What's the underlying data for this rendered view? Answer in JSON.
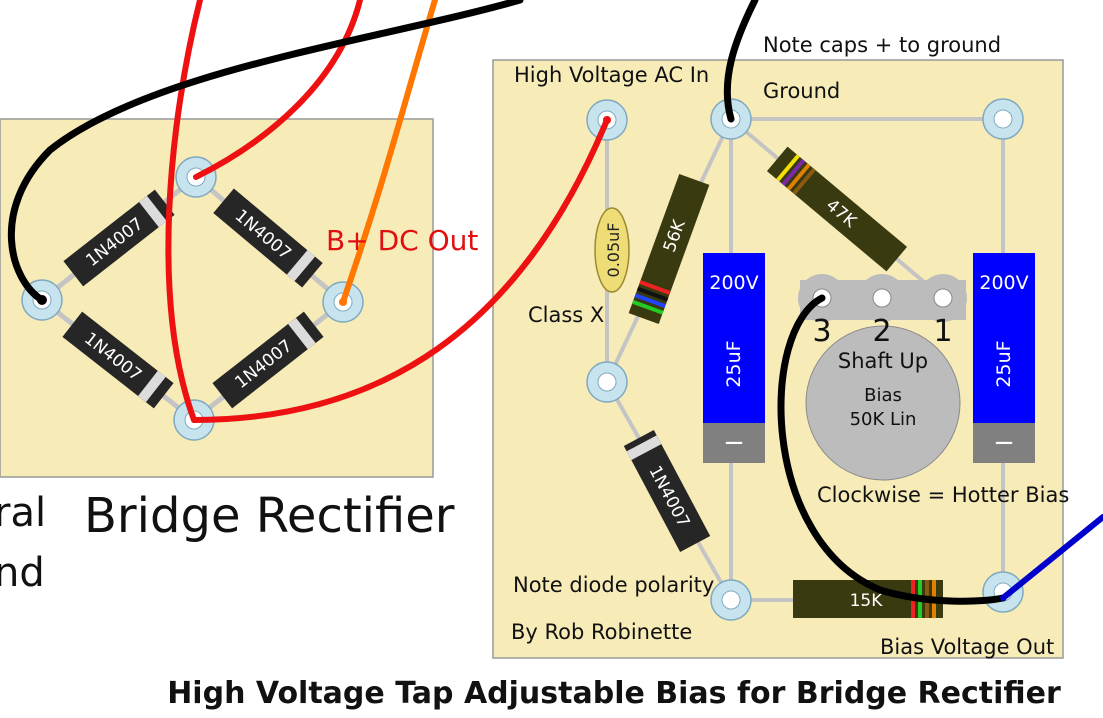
{
  "title": "High Voltage Tap Adjustable Bias for Bridge Rectifier",
  "left_board": {
    "title": "Bridge Rectifier",
    "cut_label_1": "ral",
    "cut_label_2": "nd",
    "dc_out_label": "B+ DC Out",
    "diode_part": "1N4007"
  },
  "right_board": {
    "ac_in_label": "High Voltage AC In",
    "ground_label": "Ground",
    "caps_note": "Note caps + to ground",
    "class_label": "Class X",
    "film_cap": "0.05uF",
    "resistor_1": "56K",
    "resistor_2": "47K",
    "resistor_3": "15K",
    "diode_part": "1N4007",
    "cap_voltage": "200V",
    "cap_value": "25uF",
    "cap_minus": "−",
    "pot": {
      "pin_3": "3",
      "pin_2": "2",
      "pin_1": "1",
      "orientation": "Shaft Up",
      "name": "Bias",
      "value": "50K Lin"
    },
    "clockwise_note": "Clockwise = Hotter Bias",
    "diode_note": "Note diode polarity",
    "author": "By Rob Robinette",
    "bias_out_label": "Bias Voltage Out"
  },
  "colors": {
    "board": "#f7ebb8",
    "wire_red": "#ee1111",
    "wire_black": "#000000",
    "wire_orange": "#ff7700",
    "wire_blue": "#0000cc",
    "capacitor": "#0000ff",
    "resistor_body": "#3a3a10",
    "diode_body": "#262626",
    "pad_ring": "#c7e3ee",
    "pot_body": "#bcbcbc"
  }
}
